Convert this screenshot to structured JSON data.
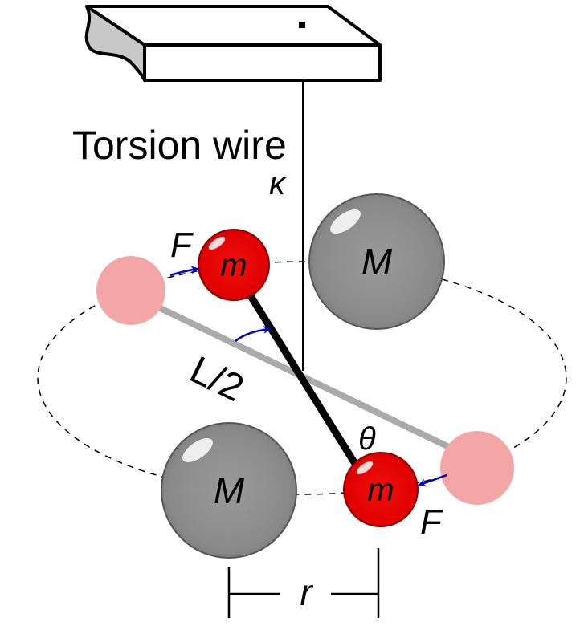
{
  "labels": {
    "torsion_wire": "Torsion wire",
    "kappa": "κ",
    "force_top": "F",
    "force_bottom": "F",
    "small_mass_top": "m",
    "small_mass_bottom": "m",
    "large_mass_top": "M",
    "large_mass_bottom": "M",
    "half_length": "L/2",
    "angle": "θ",
    "distance": "r"
  },
  "colors": {
    "small_mass": "#ee0000",
    "small_mass_ghost": "#f4a5a5",
    "large_mass": "#8c8c8c",
    "force_arrow": "#0000cc",
    "rest_bar": "#aaaaaa",
    "rod": "#000000"
  }
}
